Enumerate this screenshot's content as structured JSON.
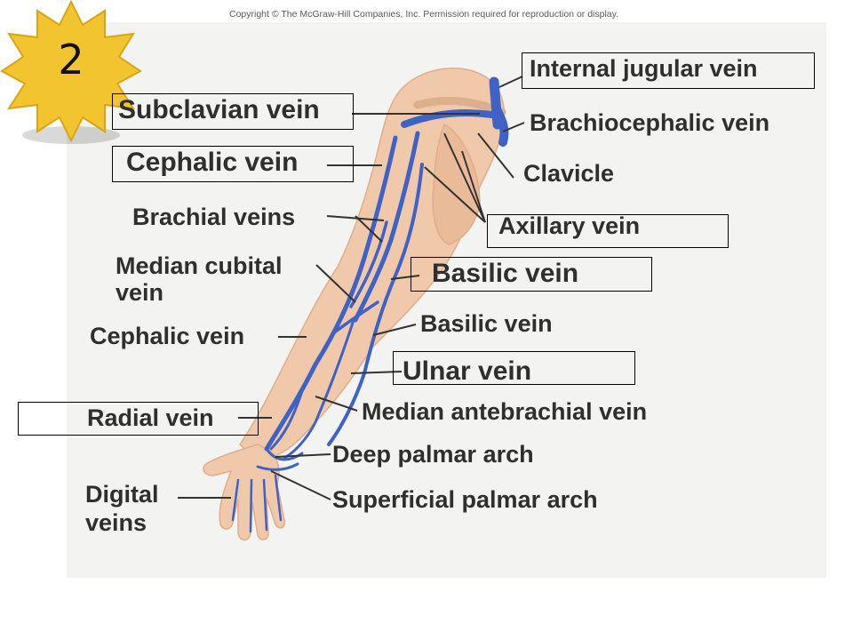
{
  "slide": {
    "badge_number": "2",
    "copyright": "Copyright © The McGraw-Hill Companies, Inc. Permission required for reproduction or display."
  },
  "labels": {
    "internal_jugular_vein": "Internal jugular vein",
    "subclavian_vein": "Subclavian vein",
    "brachiocephalic_vein": "Brachiocephalic vein",
    "cephalic_vein_upper": "Cephalic vein",
    "clavicle": "Clavicle",
    "brachial_veins": "Brachial veins",
    "axillary_vein": "Axillary vein",
    "median_cubital_vein_line1": "Median cubital",
    "median_cubital_vein_line2": "vein",
    "basilic_vein_upper": "Basilic vein",
    "cephalic_vein_lower": "Cephalic vein",
    "basilic_vein_lower": "Basilic vein",
    "ulnar_vein": "Ulnar vein",
    "radial_vein": "Radial vein",
    "median_antebrachial_vein": "Median antebrachial vein",
    "deep_palmar_arch": "Deep palmar arch",
    "digital_veins_line1": "Digital",
    "digital_veins_line2": "veins",
    "superficial_palmar_arch": "Superficial palmar arch"
  },
  "colors": {
    "vein": "#3f63c4",
    "skin": "#f0c9aa",
    "badge": "#f2c530"
  }
}
